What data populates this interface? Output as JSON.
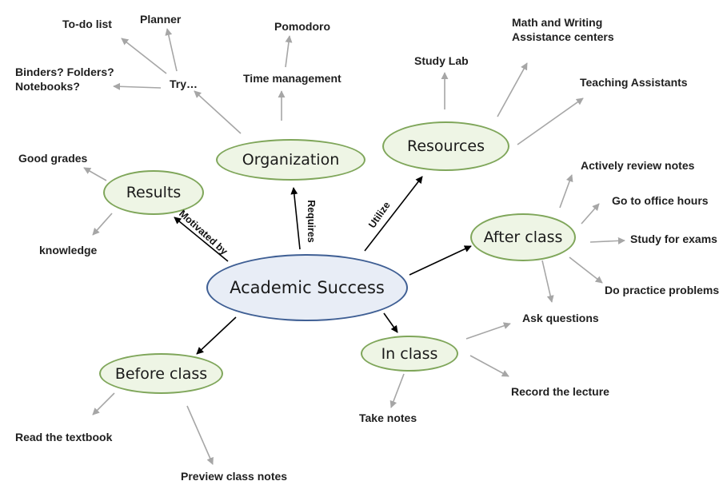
{
  "center": {
    "label": "Academic Success"
  },
  "branches": {
    "results": {
      "label": "Results",
      "relation": "Motivated by",
      "items": [
        "Good grades",
        "knowledge"
      ]
    },
    "organization": {
      "label": "Organization",
      "relation": "Requires",
      "try_label": "Try…",
      "try_items": [
        "To-do list",
        "Planner",
        "Binders? Folders? Notebooks?"
      ],
      "time_management": "Time management",
      "time_items": [
        "Pomodoro"
      ]
    },
    "resources": {
      "label": "Resources",
      "relation": "Utilize",
      "items": [
        "Study Lab",
        "Math and Writing Assistance centers",
        "Teaching Assistants"
      ]
    },
    "after_class": {
      "label": "After class",
      "items": [
        "Actively review notes",
        "Go to office hours",
        "Study for exams",
        "Do practice problems",
        "Ask questions"
      ]
    },
    "in_class": {
      "label": "In class",
      "items": [
        "Record the lecture",
        "Take notes"
      ]
    },
    "before_class": {
      "label": "Before class",
      "items": [
        "Read the textbook",
        "Preview class notes"
      ]
    }
  },
  "colors": {
    "center_fill": "#e8edf6",
    "center_border": "#3f5f94",
    "node_fill": "#eef5e5",
    "node_border": "#7fa65a",
    "primary_arrow": "#000000",
    "secondary_arrow": "#a6a6a6"
  }
}
